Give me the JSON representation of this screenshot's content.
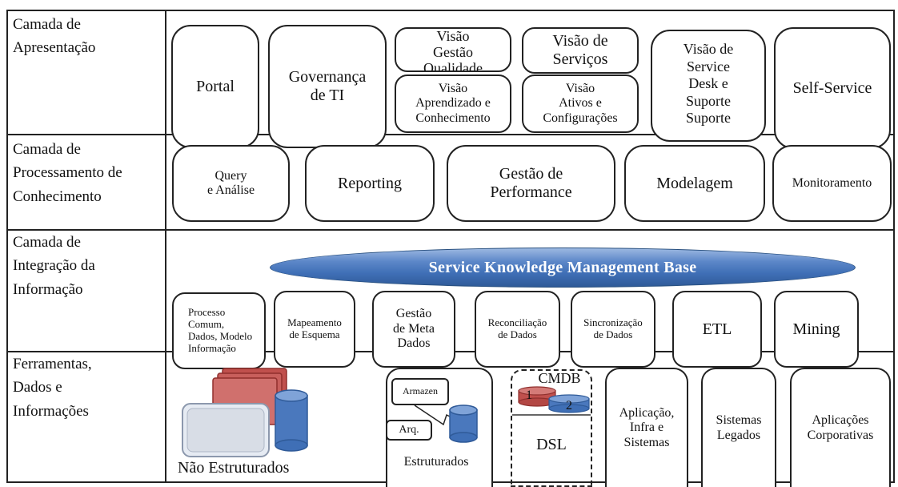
{
  "layers": [
    {
      "label": "Camada de\nApresentação"
    },
    {
      "label": "Camada de\nProcessamento de\nConhecimento"
    },
    {
      "label": "Camada de\nIntegração da\nInformação"
    },
    {
      "label": "Ferramentas,\nDados e\nInformações"
    }
  ],
  "presentation": {
    "portal": "Portal",
    "governanca": "Governança\nde TI",
    "visao_gestao": "Visão\nGestão\nQualidade",
    "visao_aprendizado": "Visão\nAprendizado e\nConhecimento",
    "visao_servicos": "Visão de\nServiços",
    "visao_ativos": "Visão\nAtivos e\nConfigurações",
    "visao_service_desk": "Visão de\nService\nDesk e\nSuporte\nSuporte",
    "self_service": "Self-Service"
  },
  "processing": {
    "query": "Query\ne  Análise",
    "reporting": "Reporting",
    "gestao_performance": "Gestão de\nPerformance",
    "modelagem": "Modelagem",
    "monitoramento": "Monitoramento"
  },
  "integration": {
    "skmb": "Service Knowledge Management Base",
    "processo_comum": "Processo\nComum,\nDados, Modelo\nInformação",
    "mapeamento": "Mapeamento\nde Esquema",
    "gestao_meta": "Gestão\nde Meta\nDados",
    "reconciliacao": "Reconciliação\nde Dados",
    "sincronizacao": "Sincronização\nde Dados",
    "etl": "ETL",
    "mining": "Mining"
  },
  "tools": {
    "nao_estruturados": "Não Estruturados",
    "armazen": "Armazen",
    "arq": "Arq.",
    "estruturados": "Estruturados",
    "cmdb": "CMDB",
    "cmdb_1": "1",
    "cmdb_2": "2",
    "dsl": "DSL",
    "aplicacao_infra": "Aplicação,\nInfra e\nSistemas",
    "sistemas_legados": "Sistemas\nLegados",
    "aplicacoes_corporativas": "Aplicações\nCorporativas"
  },
  "colors": {
    "band": "#3f6fb6",
    "cylinder_blue": "#4a78bd",
    "cylinder_red": "#c0504d",
    "doc_gray": "#d8dde6"
  }
}
